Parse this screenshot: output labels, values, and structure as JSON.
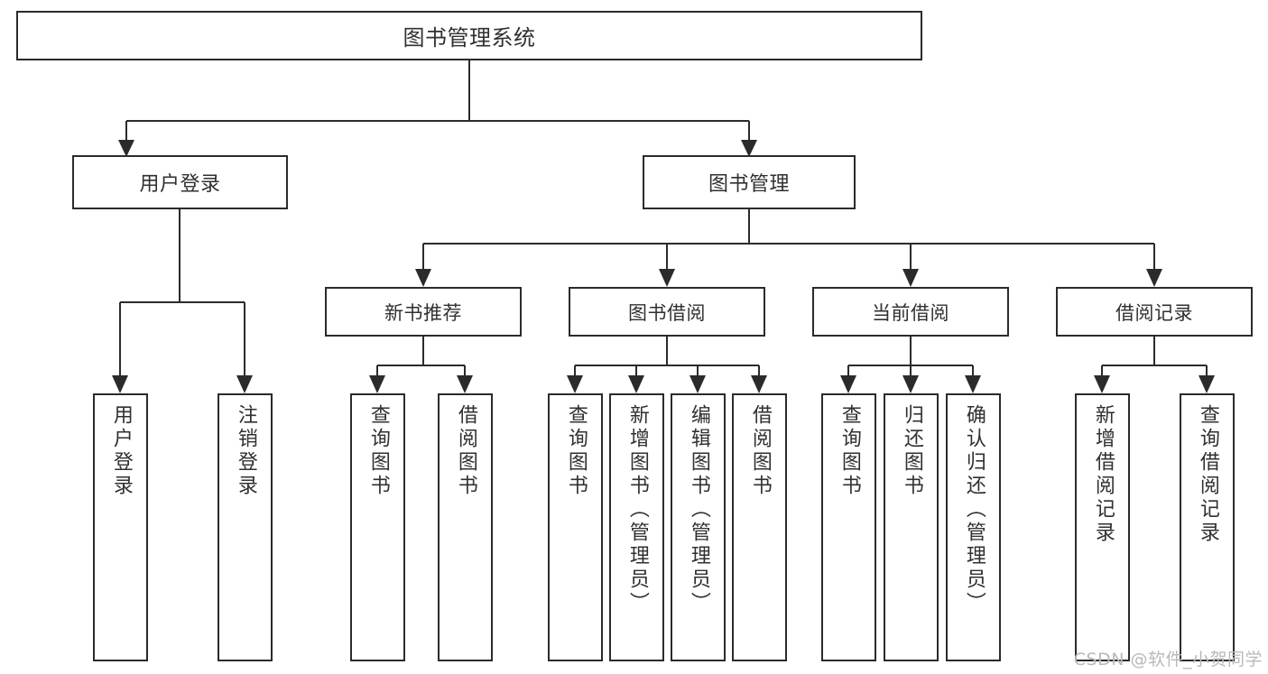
{
  "diagram": {
    "title": "图书管理系统",
    "type": "tree-hierarchy",
    "root": {
      "label": "图书管理系统"
    },
    "level1": [
      {
        "label": "用户登录"
      },
      {
        "label": "图书管理"
      }
    ],
    "level2": [
      {
        "label": "新书推荐"
      },
      {
        "label": "图书借阅"
      },
      {
        "label": "当前借阅"
      },
      {
        "label": "借阅记录"
      }
    ],
    "leaves": {
      "user_login": [
        {
          "label": "用户登录"
        },
        {
          "label": "注销登录"
        }
      ],
      "new_book_recommend": [
        {
          "label": "查询图书"
        },
        {
          "label": "借阅图书"
        }
      ],
      "book_borrow": [
        {
          "label": "查询图书"
        },
        {
          "label": "新增图书（管理员）"
        },
        {
          "label": "编辑图书（管理员）"
        },
        {
          "label": "借阅图书"
        }
      ],
      "current_borrow": [
        {
          "label": "查询图书"
        },
        {
          "label": "归还图书"
        },
        {
          "label": "确认归还（管理员）"
        }
      ],
      "borrow_record": [
        {
          "label": "新增借阅记录"
        },
        {
          "label": "查询借阅记录"
        }
      ]
    }
  },
  "watermark": {
    "text": "CSDN @软件_小贺同学"
  },
  "colors": {
    "stroke": "#2b2b2b",
    "text": "#303030",
    "background": "#ffffff",
    "watermark": "#b9b9b9"
  }
}
